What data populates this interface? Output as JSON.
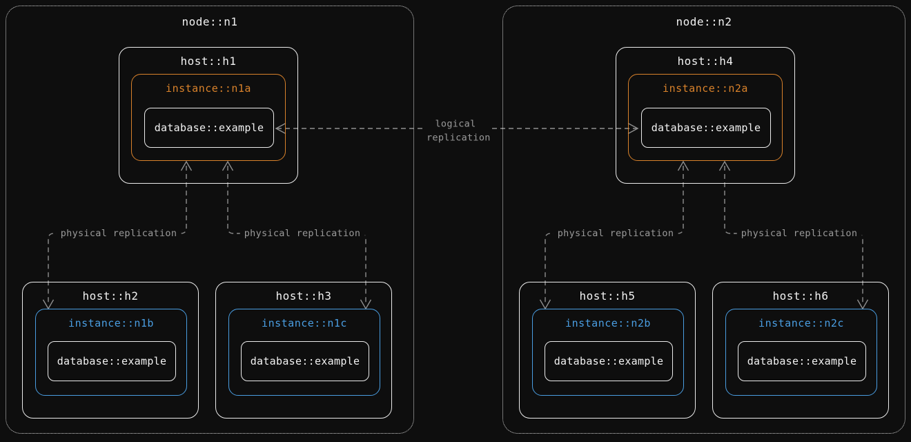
{
  "colors": {
    "background": "#0e0e0e",
    "node_border": "#d9d9d9",
    "host_border": "#ececec",
    "primary_instance": "#d9822b",
    "replica_instance": "#4a9ee2",
    "database_border": "#ececec",
    "connection": "#8f8f8f",
    "label_text": "#f2f2f2",
    "connection_label": "#9a9a9a"
  },
  "nodes": [
    {
      "label": "node::n1",
      "hosts": [
        {
          "label": "host::h1",
          "instance": {
            "label": "instance::n1a",
            "role": "primary",
            "database": "database::example"
          }
        },
        {
          "label": "host::h2",
          "instance": {
            "label": "instance::n1b",
            "role": "replica",
            "database": "database::example"
          }
        },
        {
          "label": "host::h3",
          "instance": {
            "label": "instance::n1c",
            "role": "replica",
            "database": "database::example"
          }
        }
      ]
    },
    {
      "label": "node::n2",
      "hosts": [
        {
          "label": "host::h4",
          "instance": {
            "label": "instance::n2a",
            "role": "primary",
            "database": "database::example"
          }
        },
        {
          "label": "host::h5",
          "instance": {
            "label": "instance::n2b",
            "role": "replica",
            "database": "database::example"
          }
        },
        {
          "label": "host::h6",
          "instance": {
            "label": "instance::n2c",
            "role": "replica",
            "database": "database::example"
          }
        }
      ]
    }
  ],
  "connections": {
    "logical": {
      "label": "logical replication"
    },
    "physical": {
      "label": "physical replication"
    }
  }
}
